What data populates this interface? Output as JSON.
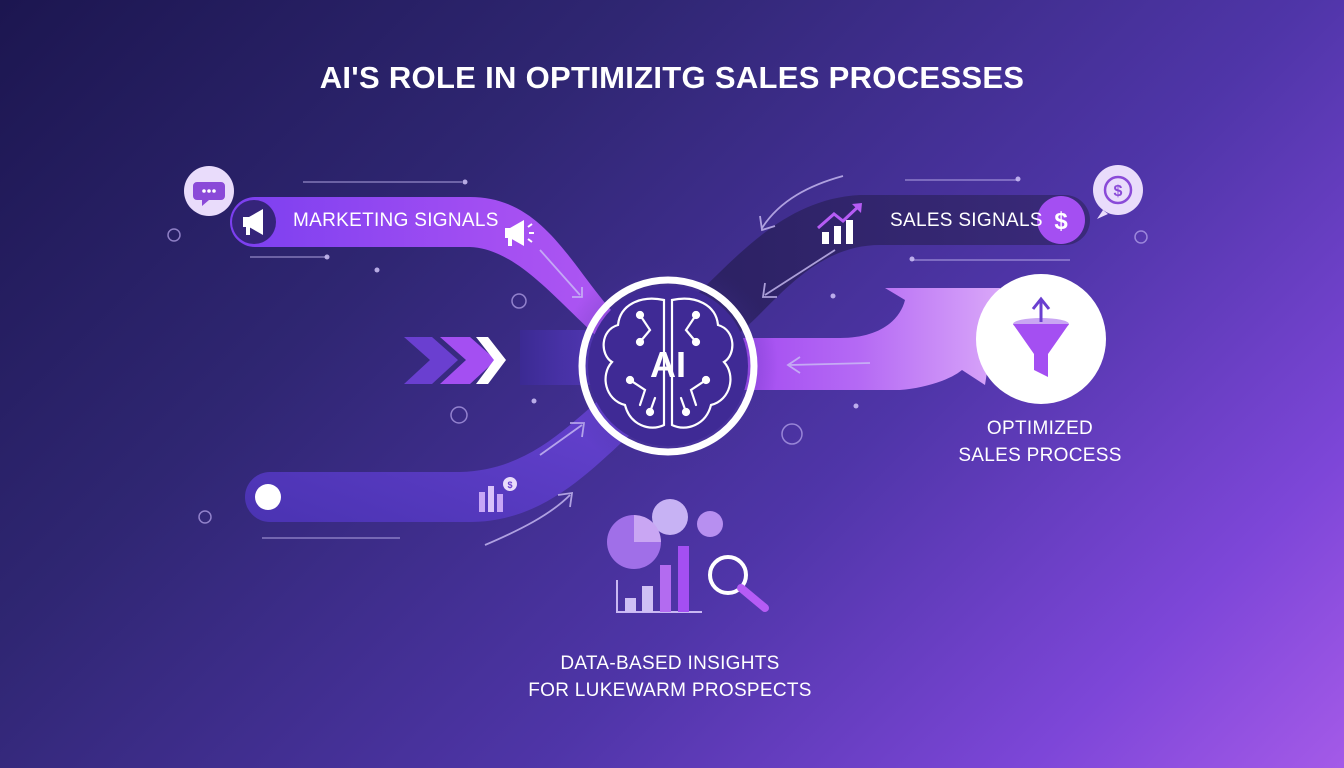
{
  "title": "AI'S ROLE IN OPTIMIZITG SALES PROCESSES",
  "nodes": {
    "marketing_signals": "MARKETING SIGNALS",
    "sales_signals": "SALES SIGNALS",
    "ai_core": "AI",
    "optimized_line1": "OPTIMIZED",
    "optimized_line2": "SALES PROCESS",
    "insights_line1": "DATA-BASED INSIGHTS",
    "insights_line2": "FOR LUKEWARM PROSPECTS"
  },
  "icons": {
    "marketing_bubble": "chat-bubble-icon",
    "marketing_badge": "megaphone-icon",
    "marketing_end": "megaphone-icon",
    "sales_bubble": "dollar-bubble-icon",
    "sales_trend": "growth-chart-icon",
    "sales_badge": "dollar-icon",
    "core": "brain-circuit-icon",
    "outcome": "funnel-icon",
    "insights": "analytics-magnifier-icon",
    "entry": "chevrons-right-icon"
  },
  "colors": {
    "bg_start": "#1c1650",
    "bg_end": "#a45ae8",
    "stream_bright": "#a44ff2",
    "stream_dark": "#2c2266",
    "stream_mid": "#5a3dc4",
    "accent": "#b65cf5",
    "node_white": "#ffffff"
  }
}
